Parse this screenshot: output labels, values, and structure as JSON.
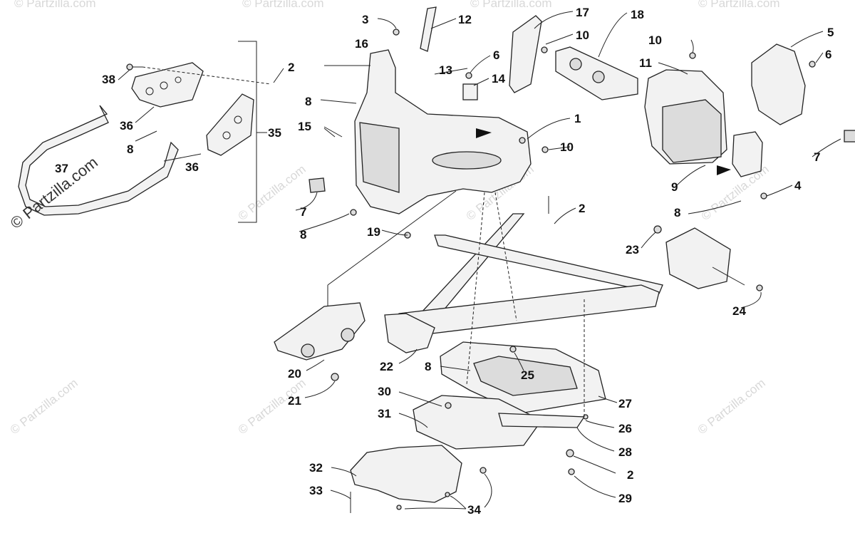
{
  "watermark": {
    "text": "© Partzilla.com",
    "primary_text": "© Partzilla.com"
  },
  "callouts": {
    "c1": "1",
    "c2a": "2",
    "c2b": "2",
    "c2c": "2",
    "c3": "3",
    "c4": "4",
    "c5": "5",
    "c6a": "6",
    "c6b": "6",
    "c7a": "7",
    "c7b": "7",
    "c8a": "8",
    "c8b": "8",
    "c8c": "8",
    "c8d": "8",
    "c8e": "8",
    "c9": "9",
    "c10a": "10",
    "c10b": "10",
    "c10c": "10",
    "c11": "11",
    "c12": "12",
    "c13": "13",
    "c14": "14",
    "c15": "15",
    "c16": "16",
    "c17": "17",
    "c18": "18",
    "c19": "19",
    "c20": "20",
    "c21": "21",
    "c22": "22",
    "c23": "23",
    "c24": "24",
    "c25": "25",
    "c26": "26",
    "c27": "27",
    "c28": "28",
    "c29": "29",
    "c30": "30",
    "c31": "31",
    "c32": "32",
    "c33": "33",
    "c34": "34",
    "c35": "35",
    "c36a": "36",
    "c36b": "36",
    "c37": "37",
    "c38": "38"
  }
}
